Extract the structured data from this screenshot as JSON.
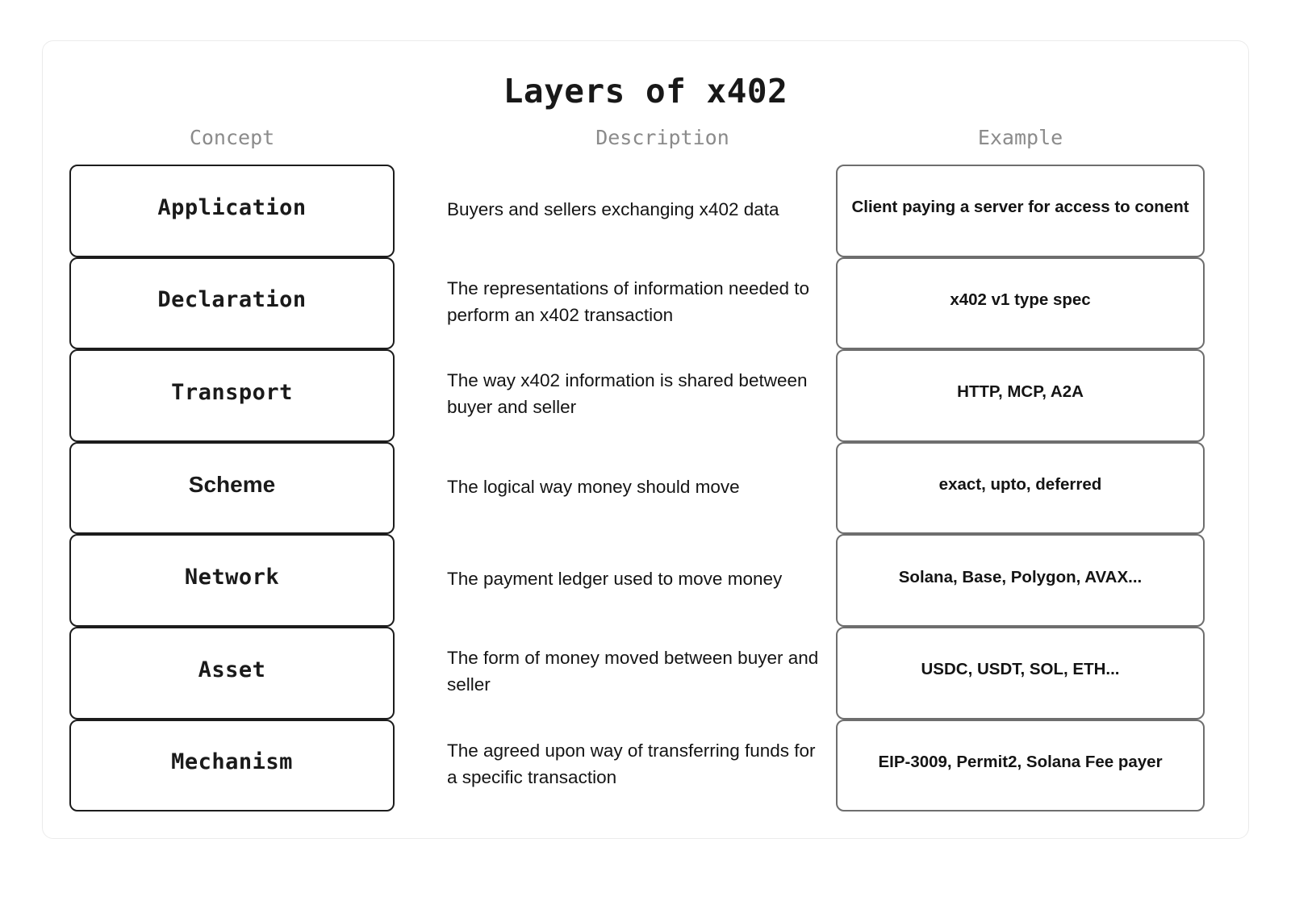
{
  "title": "Layers of x402",
  "columns": {
    "concept": "Concept",
    "description": "Description",
    "example": "Example"
  },
  "colors": {
    "card_border": "#ebebeb",
    "concept_border": "#1c1c1c",
    "example_border": "#6e6e6e",
    "header_text": "#8b8b8b",
    "body_text": "#141414"
  },
  "rows": [
    {
      "concept": "Application",
      "description": "Buyers and sellers exchanging x402 data",
      "example": "Client paying a server for access to conent"
    },
    {
      "concept": "Declaration",
      "description": "The representations of information needed to perform an x402 transaction",
      "example": "x402 v1 type spec"
    },
    {
      "concept": "Transport",
      "description": "The way x402 information is shared between buyer and seller",
      "example": "HTTP, MCP, A2A"
    },
    {
      "concept": "Scheme",
      "description": "The logical way money should move",
      "example": "exact, upto, deferred"
    },
    {
      "concept": "Network",
      "description": "The payment ledger used to move money",
      "example": "Solana, Base, Polygon, AVAX..."
    },
    {
      "concept": "Asset",
      "description": "The form of money moved between buyer and seller",
      "example": "USDC, USDT, SOL, ETH..."
    },
    {
      "concept": "Mechanism",
      "description": "The agreed upon way of transferring funds for a specific transaction",
      "example": "EIP-3009, Permit2, Solana Fee payer"
    }
  ]
}
